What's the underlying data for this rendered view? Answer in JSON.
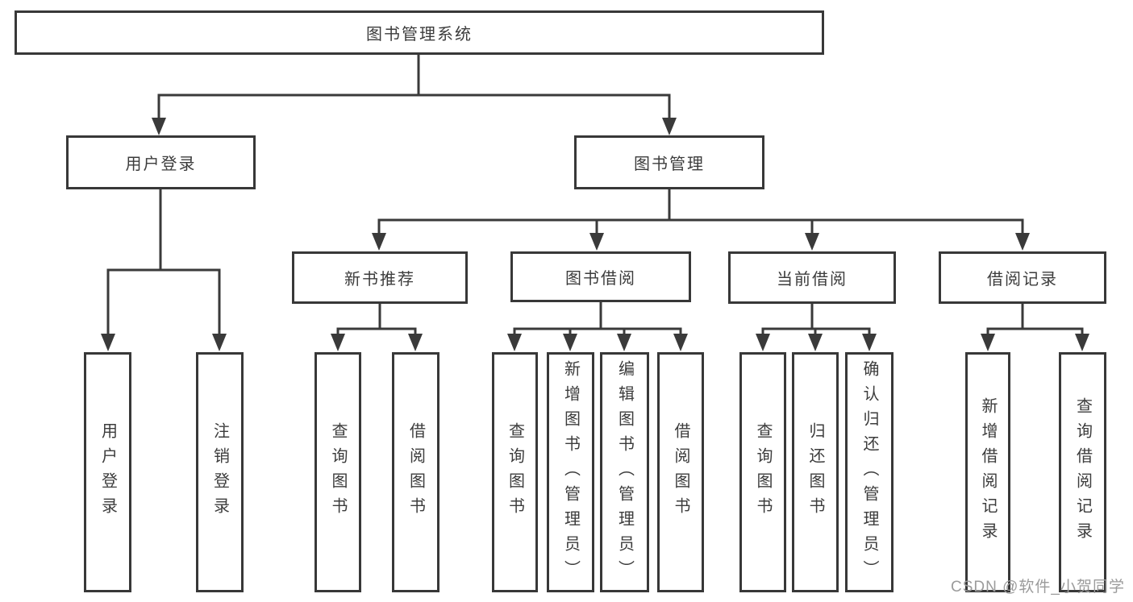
{
  "diagram": {
    "type": "hierarchy-tree",
    "title": "图书管理系统",
    "nodes": {
      "root": "图书管理系统",
      "level2": {
        "user_login": "用户登录",
        "book_management": "图书管理"
      },
      "level3": {
        "new_book_recommend": "新书推荐",
        "book_borrow": "图书借阅",
        "current_borrow": "当前借阅",
        "borrow_records": "借阅记录"
      },
      "leaves": {
        "user_login": "用户登录",
        "logout": "注销登录",
        "recommend_query_books": "查询图书",
        "recommend_borrow_books": "借阅图书",
        "borrow_query_books": "查询图书",
        "add_books_admin": "新增图书（管理员）",
        "edit_books_admin": "编辑图书（管理员）",
        "borrow_books": "借阅图书",
        "current_query_books": "查询图书",
        "return_books": "归还图书",
        "confirm_return_admin": "确认归还（管理员）",
        "add_borrow_record": "新增借阅记录",
        "query_borrow_record": "查询借阅记录"
      }
    },
    "edges": [
      "图书管理系统 -> 用户登录",
      "图书管理系统 -> 图书管理",
      "用户登录 -> 用户登录(叶)",
      "用户登录 -> 注销登录",
      "图书管理 -> 新书推荐",
      "图书管理 -> 图书借阅",
      "图书管理 -> 当前借阅",
      "图书管理 -> 借阅记录",
      "新书推荐 -> 查询图书",
      "新书推荐 -> 借阅图书",
      "图书借阅 -> 查询图书",
      "图书借阅 -> 新增图书（管理员）",
      "图书借阅 -> 编辑图书（管理员）",
      "图书借阅 -> 借阅图书",
      "当前借阅 -> 查询图书",
      "当前借阅 -> 归还图书",
      "当前借阅 -> 确认归还（管理员）",
      "借阅记录 -> 新增借阅记录",
      "借阅记录 -> 查询借阅记录"
    ],
    "colors": {
      "line": "#3a3a3a",
      "box_border": "#383838",
      "text": "#3c3c3c",
      "watermark": "#9b9b9b",
      "background": "#ffffff"
    }
  },
  "watermark": "CSDN @软件_小贺同学"
}
